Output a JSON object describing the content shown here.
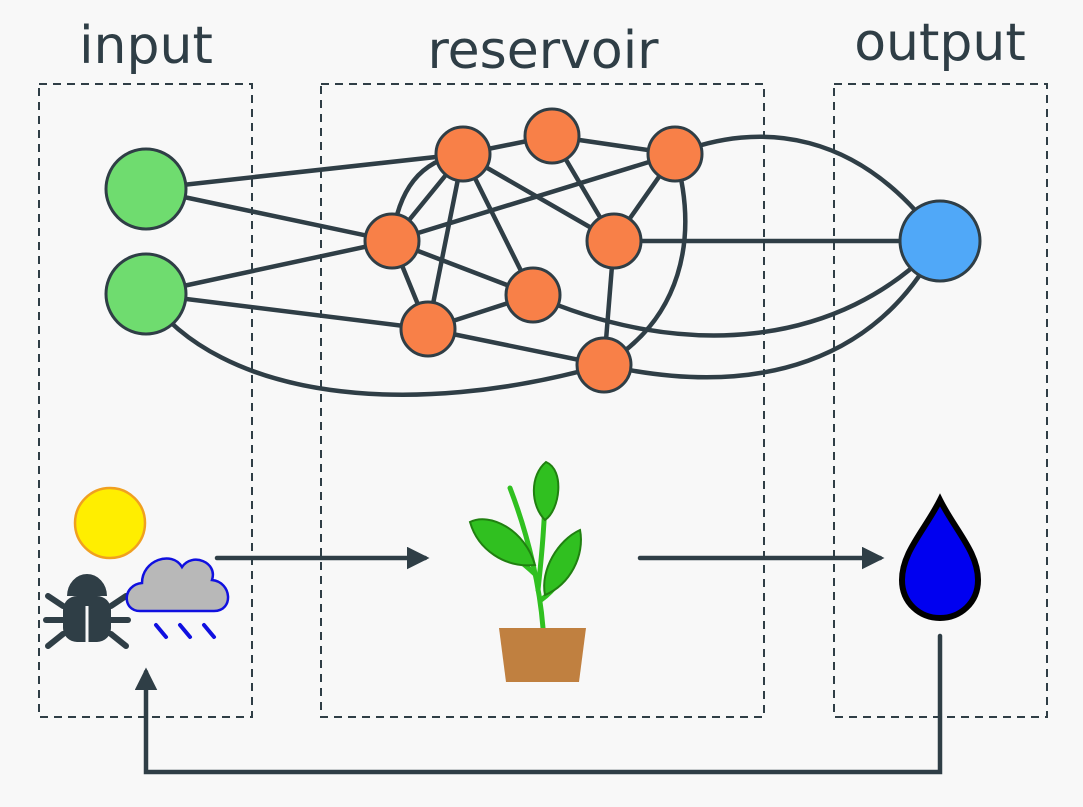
{
  "sections": {
    "input": "input",
    "reservoir": "reservoir",
    "output": "output"
  },
  "colors": {
    "stroke": "#2f3e46",
    "input_node": "#6fdc6f",
    "reservoir_node": "#f88048",
    "output_node": "#50a8f8",
    "sun": "#ffee00",
    "sun_outline": "#f0a020",
    "cloud": "#b8b8b8",
    "rain": "#1010e0",
    "leaf": "#30c020",
    "pot": "#c08040",
    "water_drop": "#0000f0"
  },
  "icons": {
    "input_group": [
      "sun-icon",
      "bug-icon",
      "rain-cloud-icon"
    ],
    "reservoir": "plant-icon",
    "output": "water-drop-icon"
  }
}
